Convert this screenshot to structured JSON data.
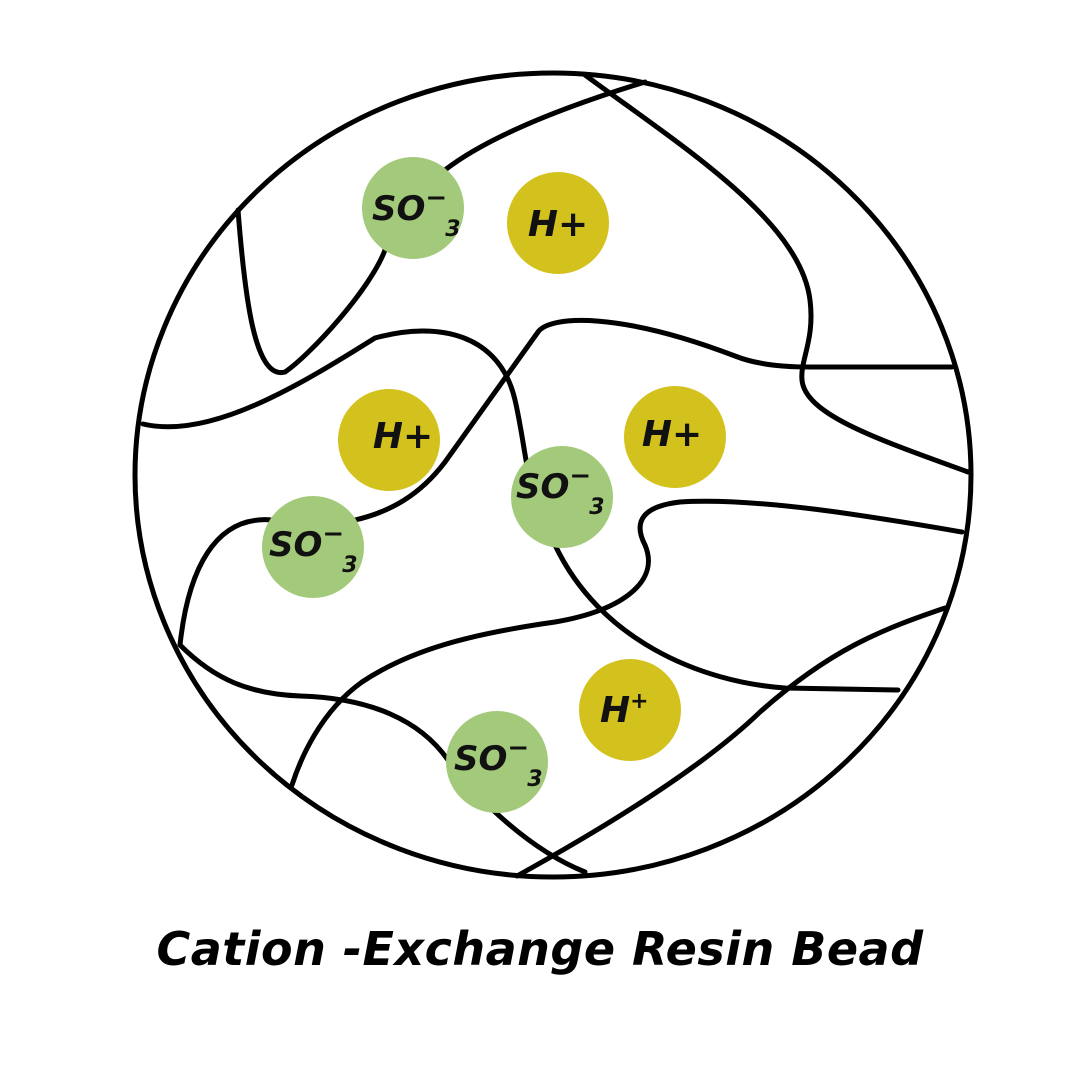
{
  "title": "Cation -Exchange Resin Bead",
  "colors": {
    "sulfonate": "#a3c97a",
    "hydrogen": "#d3c11d",
    "line": "#000000"
  },
  "ions": {
    "so3_charge": "−",
    "so3_base": "SO",
    "so3_sub": "3",
    "h_plus": "H+",
    "h_plus_sup": "H",
    "h_plus_sup_mark": "+"
  }
}
